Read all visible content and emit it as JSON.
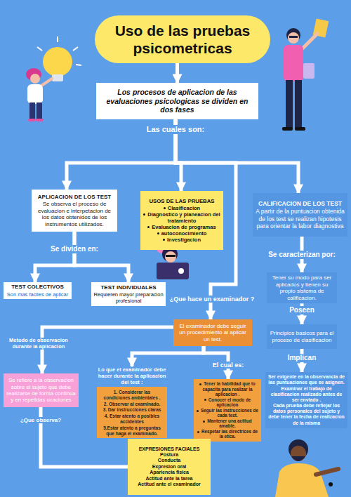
{
  "diagram": {
    "nodes": [
      {
        "text": [
          "Uso de las pruebas psicometricas"
        ]
      },
      {
        "text": [
          "Los procesos de aplicacion de las evaluaciones psicologicas se dividen en dos fases"
        ]
      },
      {
        "text": [
          "APLICACION DE LOS TEST",
          "Se observa el proceso de evaluacion e interpetacion de los datos obtenidos de los instrumentos utilizados."
        ]
      },
      {
        "text": [
          "TEST COLECTIVOS",
          "Son mas faciles de aplicar"
        ]
      },
      {
        "text": [
          "TEST INDIVIDUALES",
          "Requieren mayor preparacion profesional"
        ]
      },
      {
        "text": [
          "USOS DE LAS PRUEBAS",
          "Clasificacion",
          "Diagnostico y planeacion del tratamiento",
          "Evaluacion de programas",
          "autoconocimiento",
          "Investigacion"
        ]
      },
      {
        "text": [
          "CALIFICACION DE LOS TEST",
          "A partir de la puntuacion obtenida de los test se realizan hipotesis para orientar la labor diagnostiva"
        ]
      },
      {
        "text": [
          "Tener su modo para ser aplicados y tienen su propio sistema de calificacion."
        ]
      },
      {
        "text": [
          "Principios basicos para el proceso de clasificacion"
        ]
      },
      {
        "text": [
          "Ser exigente en la observancia de las puntuaciones que se asignen.",
          "Examinar el trabajo de clasificacion realizado antes de ser enviado .",
          "Cada prueba debe reflejar los datos personales del sujeto y debe tener la fecha de realizacion de la misma"
        ]
      },
      {
        "text": [
          "El examinador debe seguir un procedimiento al aplicar un test."
        ]
      },
      {
        "text": [
          "Se refiere a la observacion sobre el sujeto que debe realizarse de forma continua y en repetidas ocaciones"
        ]
      },
      {
        "text": [
          "Lo que el examinador debe hacer durante la aplicacion del test :",
          "1. Considerar las condiciones ambientales .",
          "2. Observar al examinado.",
          "3. Dar instrucciones claras",
          "4. Estar atento a posibles accidentes",
          "5.Estar atento a preguntas que haga el examinado."
        ]
      },
      {
        "text": [
          "Tener la habilidad que lo capacita para realizar la aplicacion .",
          "Conocer el modo de aplicacion",
          "Seguir las instrucciones de cada test.",
          "Mantener una actitud amable.",
          "Respetar las directrices de la etica."
        ]
      },
      {
        "text": [
          "EXPRESIONES FACIALES",
          "Postura",
          "Conducta",
          "Expresion oral",
          "Apariencia fisica",
          "Actitud ante la tarea",
          "Actitud ante el examinador"
        ]
      }
    ],
    "edges": [
      {
        "from": 0,
        "to": 1,
        "arrow": "to"
      },
      {
        "from": 1,
        "to": 2,
        "arrow": "to"
      },
      {
        "from": 1,
        "to": 5,
        "arrow": "to"
      },
      {
        "from": 1,
        "to": 10,
        "label": "¿Que hace un examinador ?",
        "arrow": "to"
      },
      {
        "from": 1,
        "to": 6,
        "arrow": "to"
      },
      {
        "from": 2,
        "to": 3,
        "arrow": "to"
      },
      {
        "from": 2,
        "to": 4,
        "arrow": "to"
      },
      {
        "from": 6,
        "to": 7,
        "label": "Se caracterizan por:",
        "arrow": "to"
      },
      {
        "from": 7,
        "to": 8,
        "label": "Poseen",
        "arrow": "to"
      },
      {
        "from": 8,
        "to": 9,
        "label": "Implican",
        "arrow": "to"
      },
      {
        "from": 10,
        "to": 11,
        "label": "Metodo de observacion durante la aplicacion",
        "arrow": "to"
      },
      {
        "from": 10,
        "to": 12,
        "arrow": "to"
      },
      {
        "from": 10,
        "to": 13,
        "label": "El cual es:",
        "arrow": "to"
      },
      {
        "from": 11,
        "to": 14,
        "label": "¿Que observa?",
        "arrow": "none"
      }
    ],
    "labels": [
      "Las cuales son:",
      "Se dividen en:"
    ]
  }
}
